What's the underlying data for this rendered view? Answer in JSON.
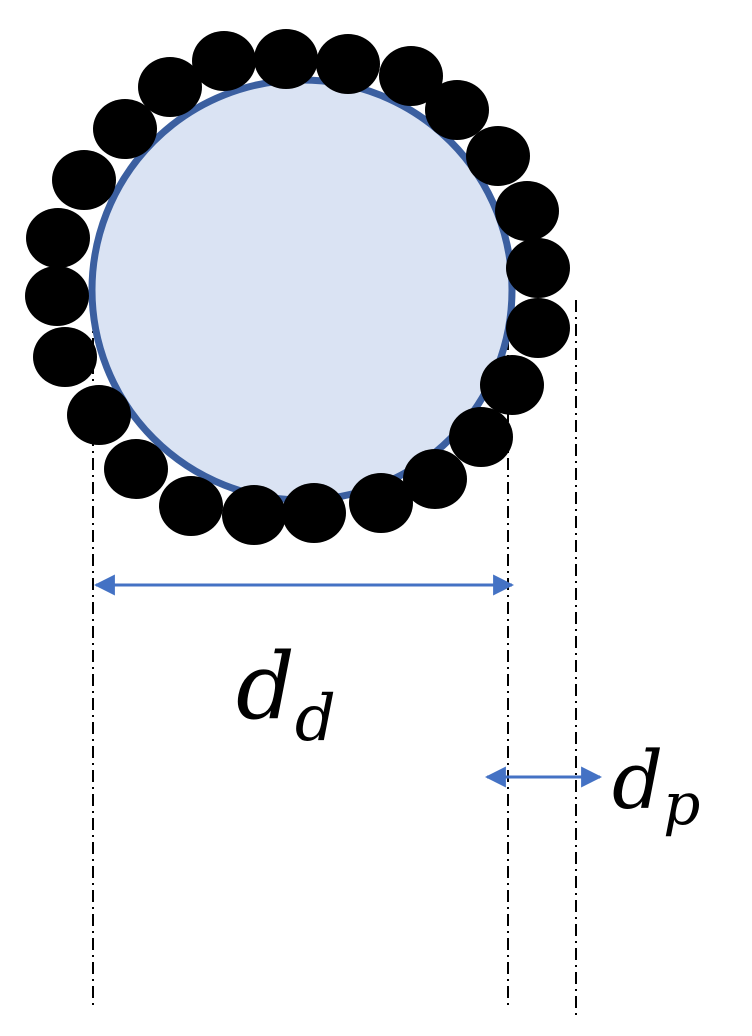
{
  "diagram": {
    "colors": {
      "droplet_fill": "#dae3f3",
      "droplet_stroke": "#3b5fa0",
      "particle_fill": "#000000",
      "arrow_color": "#4472c4",
      "guide_line_color": "#000000",
      "background": "#ffffff"
    },
    "labels": {
      "droplet_diameter": {
        "symbol": "d",
        "subscript": "d"
      },
      "particle_diameter": {
        "symbol": "d",
        "subscript": "p"
      }
    }
  }
}
